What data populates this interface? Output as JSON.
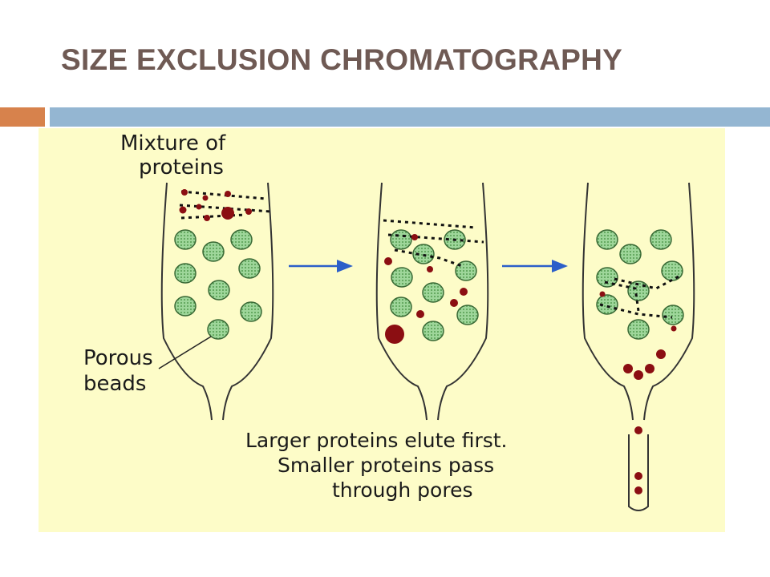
{
  "slide": {
    "title": "SIZE EXCLUSION CHROMATOGRAPHY"
  },
  "colors": {
    "title": "#6f5a54",
    "rule_orange": "#d7824c",
    "rule_blue": "#94b6d2",
    "panel_background": "#fdfcc8",
    "bead_fill": "#9ed69a",
    "protein": "#8b0e12",
    "arrow": "#2c5fc9",
    "outline": "#333333"
  },
  "diagram": {
    "label_mixture_line1": "Mixture of",
    "label_mixture_line2": "proteins",
    "label_beads_line1": "Porous",
    "label_beads_line2": "beads",
    "caption_line1": "Larger proteins elute first.",
    "caption_line2": "Smaller proteins pass",
    "caption_line3": "through pores"
  }
}
